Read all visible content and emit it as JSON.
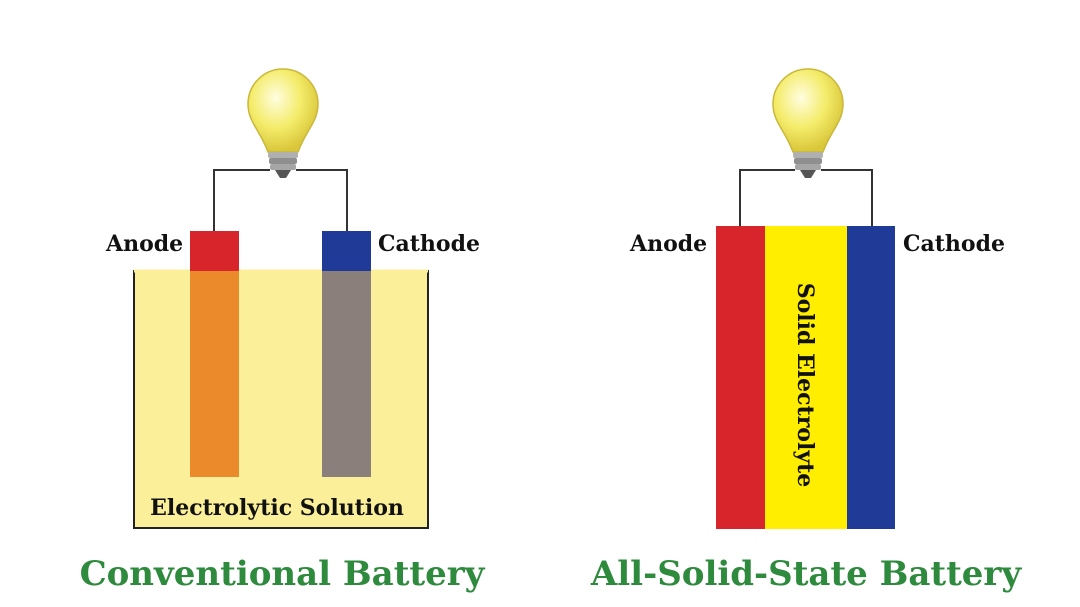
{
  "colors": {
    "anode": "#d7252b",
    "cathode": "#1f3a97",
    "anode_rod": "#ea8a2a",
    "cathode_rod": "#8a7f7a",
    "liquid": "#fbef9a",
    "solid_electrolyte": "#ffee00",
    "wire": "#333333",
    "title": "#2e8a3c",
    "bulb_glass": "#f4ec6a",
    "bulb_base": "#9a9a9a"
  },
  "conventional": {
    "anode_label": "Anode",
    "cathode_label": "Cathode",
    "electrolyte_label": "Electrolytic Solution",
    "title": "Conventional Battery"
  },
  "solid_state": {
    "anode_label": "Anode",
    "cathode_label": "Cathode",
    "electrolyte_label": "Solid Electrolyte",
    "title": "All-Solid-State Battery"
  }
}
